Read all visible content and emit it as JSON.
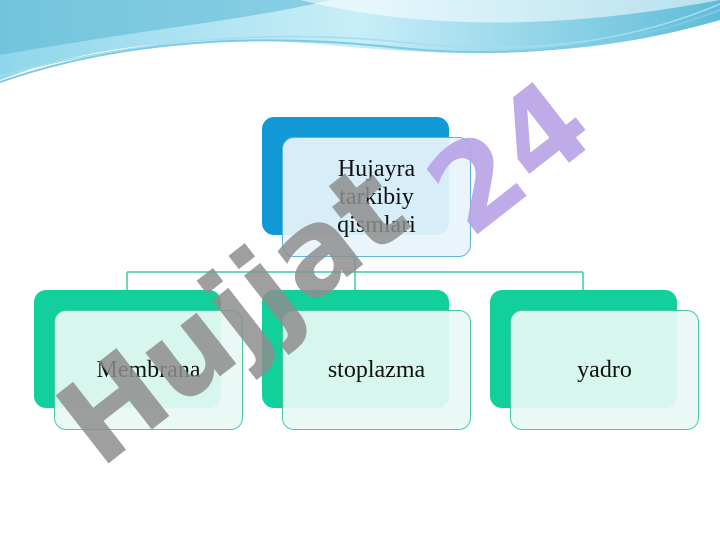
{
  "diagram": {
    "root": {
      "label": "Hujayra tarkibiy qismlari"
    },
    "children": [
      {
        "label": "Membrana"
      },
      {
        "label": "stoplazma"
      },
      {
        "label": "yadro"
      }
    ]
  },
  "watermark": {
    "text": "Hujjat24"
  },
  "colors": {
    "root_back": "#1199d6",
    "leaf_back": "#12d09b",
    "connector": "#3ccaa4",
    "banner_light": "#cfeef7",
    "banner_dark": "#3aa7cc",
    "watermark_gray": "#9a9a9a",
    "watermark_purple": "#b8a2e6"
  }
}
